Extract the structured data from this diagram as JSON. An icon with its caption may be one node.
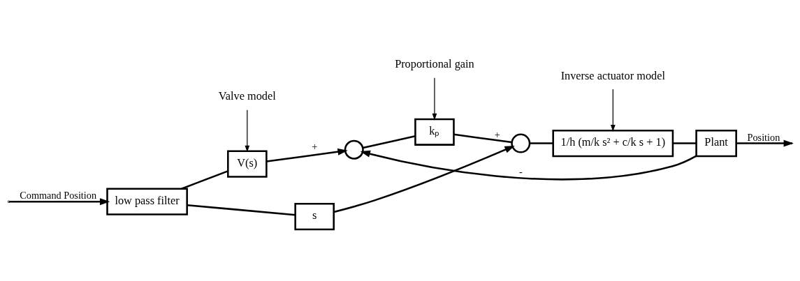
{
  "diagram": {
    "nodes": [
      {
        "text": [
          "low pass filter"
        ]
      },
      {
        "text": [
          "V(s)"
        ]
      },
      {
        "text": [
          "s"
        ]
      },
      {
        "text": [],
        "shape": "circle"
      },
      {
        "text": [
          "kₚ"
        ]
      },
      {
        "text": [],
        "shape": "circle"
      },
      {
        "text": [
          "1/h (m/k s² + c/k s + 1)"
        ]
      },
      {
        "text": [
          "Plant"
        ]
      },
      {
        "text": [
          "Valve model"
        ]
      },
      {
        "text": [
          "Proportional gain"
        ]
      },
      {
        "text": [
          "Inverse actuator model"
        ]
      }
    ],
    "edges": [
      {
        "from": null,
        "to": 0,
        "arrow": "to",
        "label": "Command Position"
      },
      {
        "from": 0,
        "to": 1,
        "arrow": "none"
      },
      {
        "from": 0,
        "to": 2,
        "arrow": "none"
      },
      {
        "from": 1,
        "to": 3,
        "arrow": "to",
        "label": "+"
      },
      {
        "from": 2,
        "to": 5,
        "arrow": "to"
      },
      {
        "from": 3,
        "to": 4,
        "arrow": "none"
      },
      {
        "from": 4,
        "to": 5,
        "arrow": "none",
        "label": "+"
      },
      {
        "from": 5,
        "to": 6,
        "arrow": "none"
      },
      {
        "from": 6,
        "to": 7,
        "arrow": "none"
      },
      {
        "from": 7,
        "to": null,
        "arrow": "to",
        "label": "Position"
      },
      {
        "from": 7,
        "to": 3,
        "arrow": "to",
        "label": "-"
      },
      {
        "from": 8,
        "to": 1,
        "arrow": "to"
      },
      {
        "from": 9,
        "to": 4,
        "arrow": "to"
      },
      {
        "from": 10,
        "to": 6,
        "arrow": "to"
      }
    ]
  }
}
